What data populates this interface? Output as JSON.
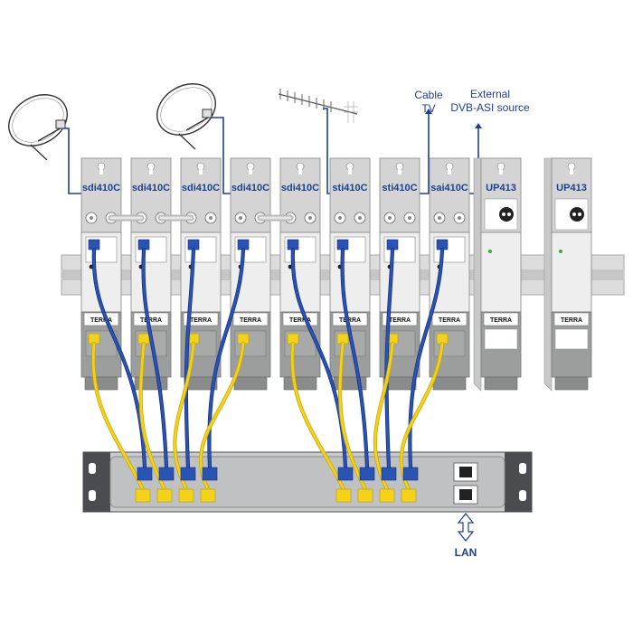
{
  "labels": {
    "cable_tv_line1": "Cable",
    "cable_tv_line2": "TV",
    "external_line1": "External",
    "external_line2": "DVB-ASI source",
    "lan": "LAN"
  },
  "modules": [
    {
      "label": "sdi410C",
      "kind": "qam"
    },
    {
      "label": "sdi410C",
      "kind": "qam"
    },
    {
      "label": "sdi410C",
      "kind": "qam"
    },
    {
      "label": "sdi410C",
      "kind": "qam"
    },
    {
      "label": "sdi410C",
      "kind": "qam"
    },
    {
      "label": "sti410C",
      "kind": "qam"
    },
    {
      "label": "sti410C",
      "kind": "qam"
    },
    {
      "label": "sai410C",
      "kind": "qam"
    },
    {
      "label": "UP413",
      "kind": "psu"
    },
    {
      "label": "UP413",
      "kind": "psu"
    }
  ],
  "brand": "TERRA",
  "colors": {
    "module_body": "#d3d4d3",
    "module_dark": "#9c9d9d",
    "accent_blue": "#1f3f8f",
    "blue_cable": "#2a54b3",
    "yellow_cable": "#f3d21b",
    "switch_panel": "#bfc1c3",
    "rack_ears": "#4a4c4f",
    "rail": "#bbbbbb"
  },
  "icons": [
    "satellite-dish-icon",
    "antenna-icon",
    "rj45-port-icon",
    "bidirectional-arrow-icon"
  ]
}
